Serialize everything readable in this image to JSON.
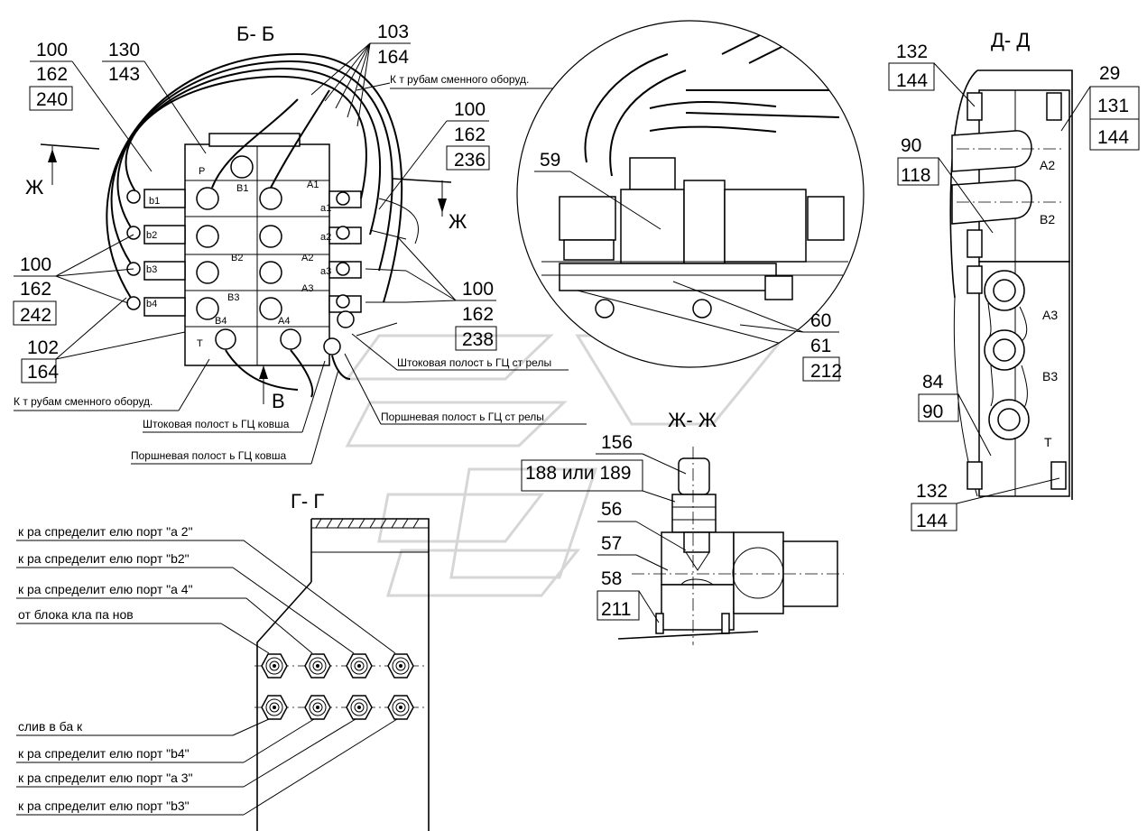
{
  "section_titles": {
    "bb": "Б- Б",
    "v": "В",
    "dd": "Д- Д",
    "gg": "Г- Г",
    "zhzh": "Ж- Ж"
  },
  "view_markers": {
    "zh_left": "Ж",
    "zh_right": "Ж",
    "v_arrow": "В"
  },
  "callouts_bb": {
    "c100_162_240": [
      "100",
      "162",
      "240"
    ],
    "c130_143": [
      "130",
      "143"
    ],
    "c103_164": [
      "103",
      "164"
    ],
    "c100_162_236": [
      "100",
      "162",
      "236"
    ],
    "c100_162_242": [
      "100",
      "162",
      "242"
    ],
    "c102_164": [
      "102",
      "164"
    ],
    "c100_162_238": [
      "100",
      "162",
      "238"
    ]
  },
  "callouts_v": {
    "c59": "59",
    "c60_61_212": [
      "60",
      "61",
      "212"
    ]
  },
  "callouts_dd": {
    "c132_144_top": [
      "132",
      "144"
    ],
    "c29_131_144": [
      "29",
      "131",
      "144"
    ],
    "c90_118": [
      "90",
      "118"
    ],
    "c84_90": [
      "84",
      "90"
    ],
    "c132_144_bottom": [
      "132",
      "144"
    ]
  },
  "callouts_zhzh": {
    "c156": "156",
    "c188": "188 или 189",
    "c56": "56",
    "c57": "57",
    "c58": "58",
    "c211": "211"
  },
  "notes_bb": {
    "to_pipes_top": "К т рубам сменного оборуд.",
    "to_pipes_bottom": "К т рубам сменного оборуд.",
    "rod_boom": "Штоковая  полост ь ГЦ ст релы",
    "piston_boom": "Поршневая полост ь ГЦ ст релы",
    "rod_bucket": "Штоковая  полост ь ГЦ ковша",
    "piston_bucket": "Поршневая  полост ь ГЦ ковша"
  },
  "port_labels_bb": {
    "P": "P",
    "T": "T",
    "b1": "b1",
    "b2": "b2",
    "b3": "b3",
    "b4": "b4",
    "a1": "a1",
    "a2": "a2",
    "a3": "a3",
    "A1": "A1",
    "B1": "B1",
    "A2": "A2",
    "B2": "B2",
    "A3": "A3",
    "B3": "B3",
    "A4": "A4",
    "B4": "B4"
  },
  "port_labels_dd": {
    "A2": "А2",
    "B2": "В2",
    "A3": "А3",
    "B3": "В3",
    "T": "Т"
  },
  "gg_labels": {
    "l1": "к ра спределит елю порт  \"a 2\"",
    "l2": "к ра спределит елю порт  \"b2\"",
    "l3": "к ра спределит елю порт  \"a 4\"",
    "l4": "от  блока  кла па нов",
    "l5": "слив в ба к",
    "l6": "к ра спределит елю порт  \"b4\"",
    "l7": "к ра спределит елю порт  \"a 3\"",
    "l8": "к ра спределит елю порт  \"b3\""
  }
}
